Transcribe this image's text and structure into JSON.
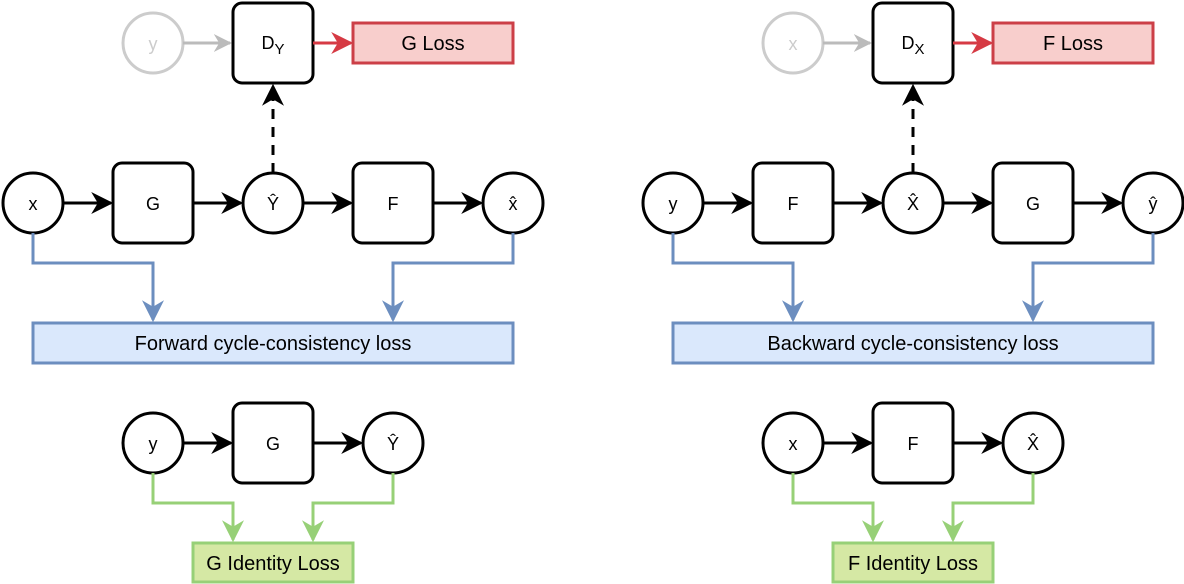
{
  "forward": {
    "disc_input": "y",
    "disc_label": "D",
    "disc_sub": "Y",
    "gan_loss": "G Loss",
    "nodes": {
      "input": "x",
      "gen1": "G",
      "mid": "Ŷ",
      "gen2": "F",
      "output": "x̂"
    },
    "cycle_loss": "Forward cycle-consistency loss",
    "identity": {
      "input": "y",
      "gen": "G",
      "output": "Ŷ",
      "loss": "G Identity Loss"
    }
  },
  "backward": {
    "disc_input": "x",
    "disc_label": "D",
    "disc_sub": "X",
    "gan_loss": "F Loss",
    "nodes": {
      "input": "y",
      "gen1": "F",
      "mid": "X̂",
      "gen2": "G",
      "output": "ŷ"
    },
    "cycle_loss": "Backward cycle-consistency loss",
    "identity": {
      "input": "x",
      "gen": "F",
      "output": "X̂",
      "loss": "F Identity Loss"
    }
  },
  "colors": {
    "gan_loss_fill": "#f8cecc",
    "gan_loss_stroke": "#cc3f47",
    "cycle_loss_fill": "#dae8fc",
    "cycle_loss_stroke": "#6c8ebf",
    "identity_loss_fill": "#d5e8a4",
    "identity_loss_stroke": "#97d077"
  }
}
